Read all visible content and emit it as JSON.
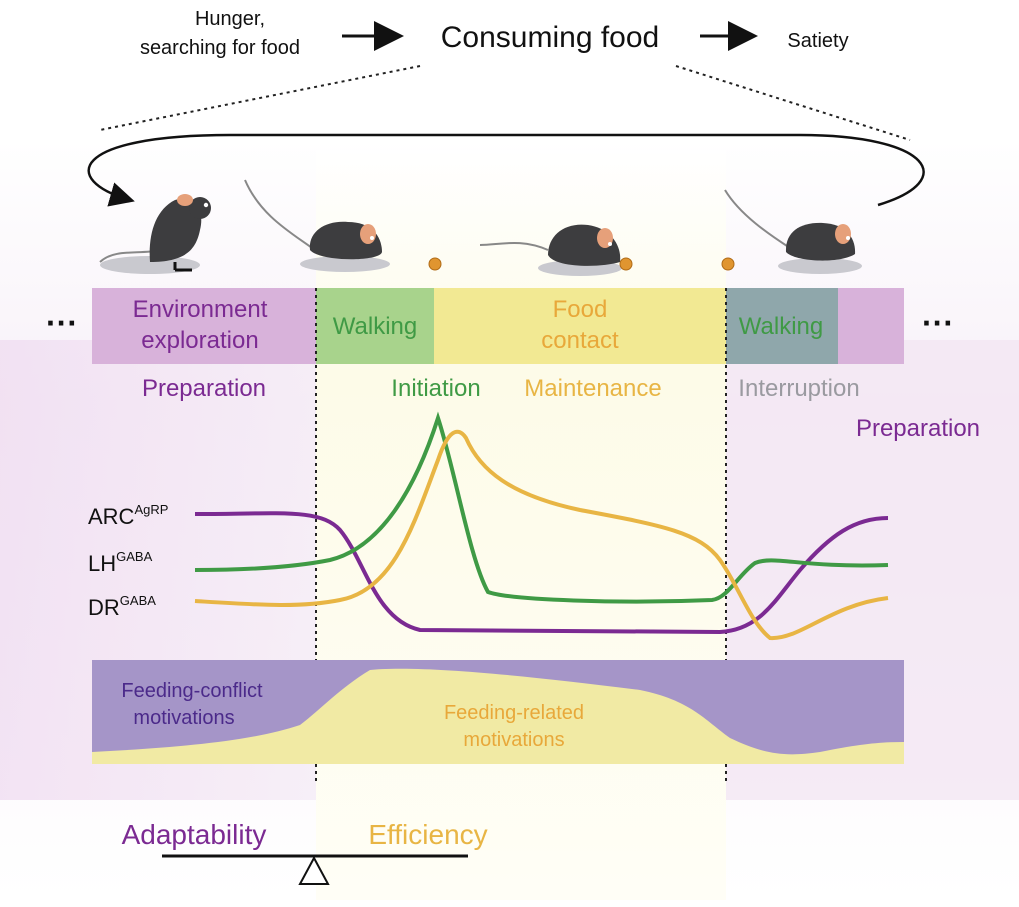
{
  "header": {
    "hunger_line1": "Hunger,",
    "hunger_line2": "searching for food",
    "consuming": "Consuming food",
    "satiety": "Satiety"
  },
  "behaviors": {
    "env_line1": "Environment",
    "env_line2": "exploration",
    "walking_1": "Walking",
    "food_line1": "Food",
    "food_line2": "contact",
    "walking_2": "Walking",
    "ellipsis": "···"
  },
  "phases": {
    "preparation_left": "Preparation",
    "initiation": "Initiation",
    "maintenance": "Maintenance",
    "interruption": "Interruption",
    "preparation_right": "Preparation"
  },
  "neurons": {
    "arc_base": "ARC",
    "arc_sup": "AgRP",
    "lh_base": "LH",
    "lh_sup": "GABA",
    "dr_base": "DR",
    "dr_sup": "GABA"
  },
  "motivations": {
    "conflict_line1": "Feeding-conflict",
    "conflict_line2": "motivations",
    "related_line1": "Feeding-related",
    "related_line2": "motivations"
  },
  "balance": {
    "adaptability": "Adaptability",
    "efficiency": "Efficiency"
  },
  "colors": {
    "purple": "#7b2a92",
    "green": "#3f9a45",
    "orange": "#e8b544",
    "grey": "#9a9aa0",
    "conflict_fill": "#a595c8",
    "related_fill": "#f1eaa4",
    "walking_fill": "#a8d38c",
    "food_fill": "#f2e993",
    "walking2_fill": "#8fa7ab",
    "explore_fill": "#d8b2da"
  },
  "icons": [
    "mouse-rearing-icon",
    "mouse-walking-icon",
    "mouse-eating-icon",
    "mouse-walking-icon",
    "food-pellet-icon"
  ]
}
